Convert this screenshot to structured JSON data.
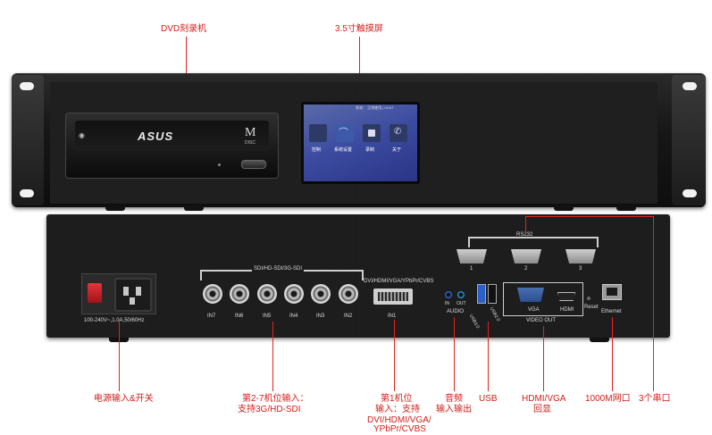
{
  "front_callouts": {
    "dvd": "DVD刻录机",
    "touch": "3.5寸触摸屏"
  },
  "front": {
    "dvd_brand": "ASUS",
    "dvd_logo_right": "M",
    "dvd_logo_right_sub": "DISC",
    "screen": {
      "status_text": "状态：  正常使用 | 01/07",
      "tiles": [
        {
          "label": "控制",
          "color": "#2e3a66"
        },
        {
          "label": "系统设置",
          "color": "#3d5aa8"
        },
        {
          "label": "录制",
          "color": "#2e3a66"
        },
        {
          "label": "关于",
          "color": "#2e3a66"
        }
      ]
    }
  },
  "rear": {
    "power_label": "100-240V~,1.0A,50/60Hz",
    "sdi_group_label": "SDI/HD-SDI/3G-SDI",
    "sdi_ports": [
      "IN7",
      "IN6",
      "IN5",
      "IN4",
      "IN3",
      "IN2"
    ],
    "in1_group_label": "DVI/HDMI/VGA/YPbPr/CVBS",
    "in1_label": "IN1",
    "audio_in": "IN",
    "audio_out": "OUT",
    "audio_label": "AUDIO",
    "usb_labels": [
      "USB3.0",
      "USB2.0"
    ],
    "vga_label": "VGA",
    "hdmi_label": "HDMI",
    "video_out_label": "VIDEO OUT",
    "reset_label": "Reset",
    "ethernet_label": "Ethernet",
    "rs232_label": "RS232",
    "rs232_ports": [
      "1",
      "2",
      "3"
    ]
  },
  "rear_callouts": {
    "power": "电源输入&开关",
    "sdi": [
      "第2-7机位输入：",
      "支持3G/HD-SDI"
    ],
    "in1": [
      "第1机位",
      "输入：支持",
      "DVI/HDMI/VGA/",
      "YPbPr/CVBS"
    ],
    "audio": [
      "音频",
      "输入输出"
    ],
    "usb": "USB",
    "hdmi_vga": [
      "HDMI/VGA",
      "回显"
    ],
    "lan": "1000M网口",
    "serial": "3个串口"
  },
  "colors": {
    "callout_red": "#d4201c",
    "screen_blue": "#3b4aa0"
  }
}
